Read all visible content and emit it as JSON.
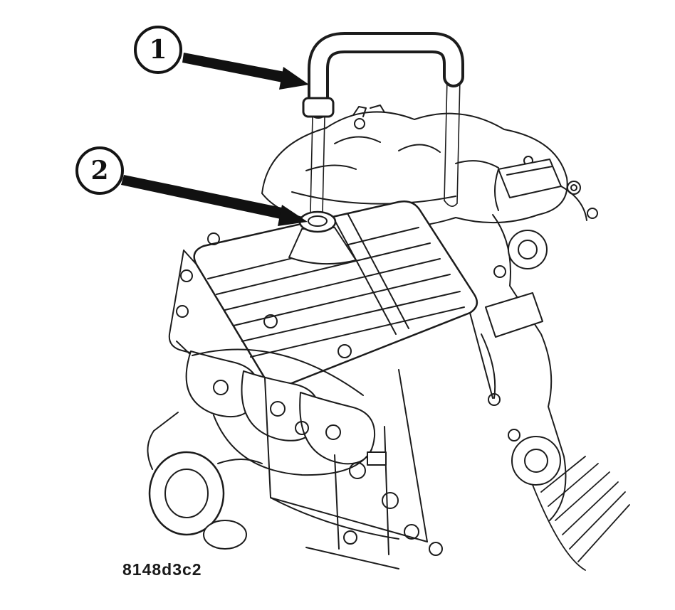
{
  "page": {
    "background_color": "#ffffff",
    "line_color": "#1c1c1c"
  },
  "figure": {
    "code": "8148d3c2",
    "callouts": [
      {
        "label": "1",
        "target": "pcv-hose"
      },
      {
        "label": "2",
        "target": "valve-cover-grommet"
      }
    ]
  }
}
